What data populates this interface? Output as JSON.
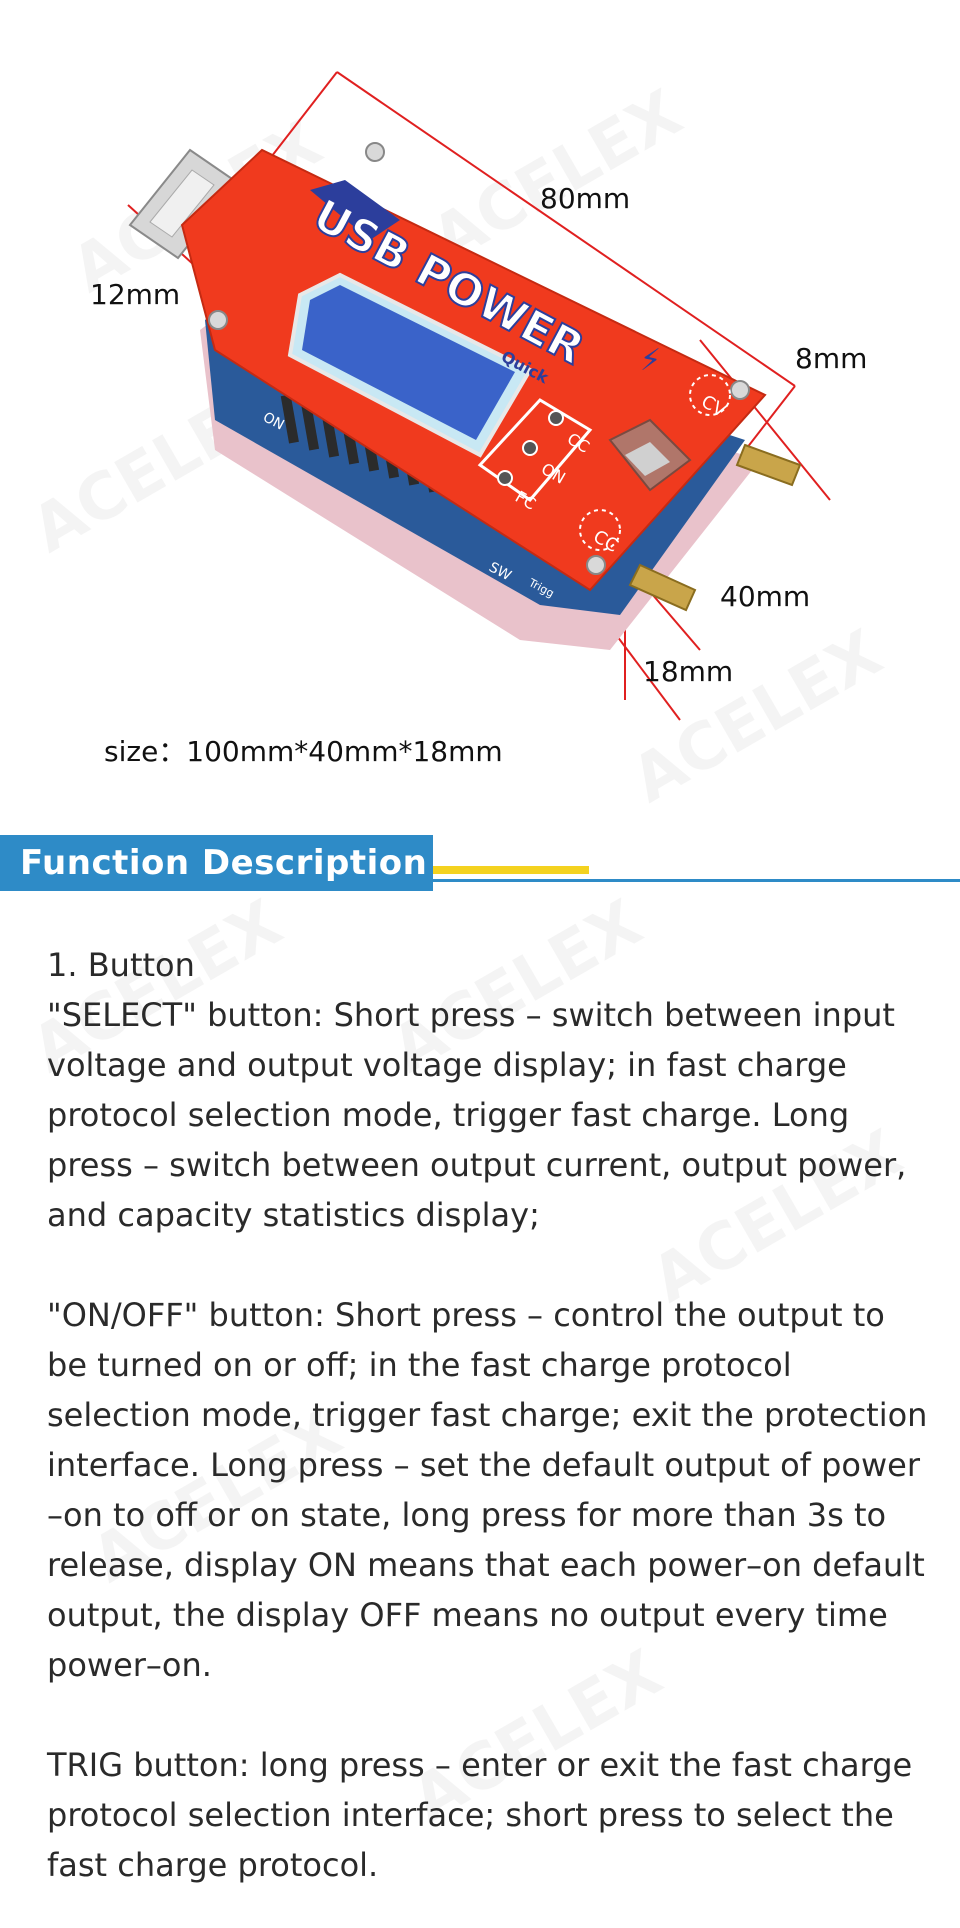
{
  "watermark": "ACELEX",
  "product": {
    "board_title": "USB POWER",
    "board_subtitle": "Quick",
    "indicators": [
      "CC",
      "ON",
      "FC"
    ],
    "knob_cv": "CV",
    "knob_cc": "CC",
    "silk_on": "ON",
    "silk_sw": "SW",
    "silk_trig": "Trigg",
    "dimensions": {
      "length": "80mm",
      "width_usb": "12mm",
      "top": "8mm",
      "depth": "40mm",
      "height": "18mm"
    },
    "size_text": "size：100mm*40mm*18mm"
  },
  "colors": {
    "board_red": "#f03a1e",
    "accent_blue": "#2e8bc7",
    "accent_yellow": "#f4d21f",
    "lcd_blue": "#3a63c9"
  },
  "section": {
    "title": "Function Description"
  },
  "description": {
    "heading": "1. Button",
    "select_1": "\"SELECT\" button: Short press  –  switch between input",
    "select_2": "voltage and output voltage display; in fast charge",
    "select_3": "protocol selection mode, trigger fast charge. Long",
    "select_4": "press – switch between output current, output power,",
    "select_5": "and capacity statistics display;",
    "onoff_1": "\"ON/OFF\" button: Short press  –  control the output to",
    "onoff_2": "be turned on or off; in the fast charge protocol",
    "onoff_3": "selection mode, trigger fast charge; exit the protection",
    "onoff_4": "interface. Long press – set the default output of power",
    "onoff_5": "–on to off or on state, long press for more than 3s to",
    "onoff_6": "release, display ON means that each power–on default",
    "onoff_7": "output, the display OFF means no output every time",
    "onoff_8": "power–on.",
    "trig_1": "TRIG button: long press – enter or exit the fast charge",
    "trig_2": "protocol selection interface; short press to select the",
    "trig_3": "fast charge protocol."
  }
}
